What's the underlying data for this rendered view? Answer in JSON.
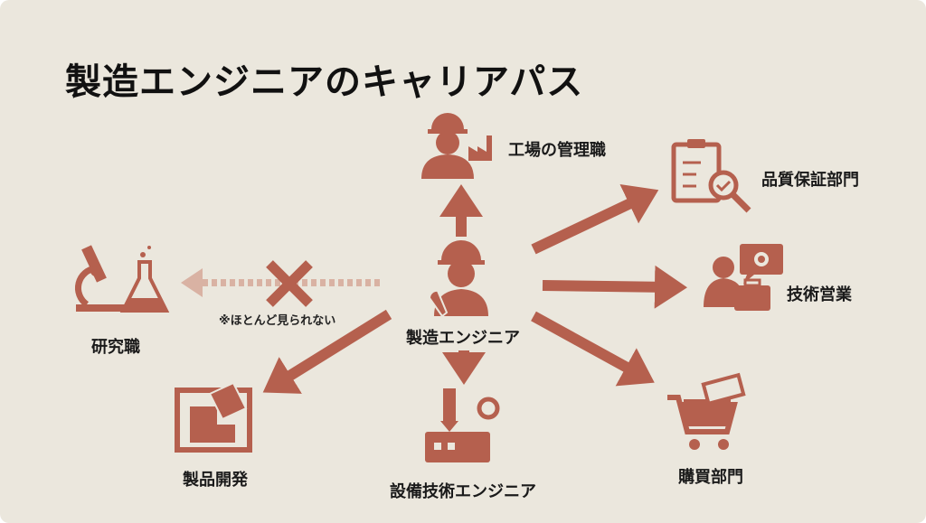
{
  "title": "製造エンジニアのキャリアパス",
  "center": {
    "label": "製造エンジニア"
  },
  "nodes": {
    "factory_manager": "工場の管理職",
    "quality_assurance": "品質保証部門",
    "technical_sales": "技術営業",
    "purchasing": "購買部門",
    "equipment_engineer": "設備技術エンジニア",
    "product_development": "製品開発",
    "research": "研究職"
  },
  "research_note": "※ほとんど見られない",
  "colors": {
    "accent": "#b5604e",
    "faded": "#d9b2a3",
    "background": "#ebe7dd"
  }
}
